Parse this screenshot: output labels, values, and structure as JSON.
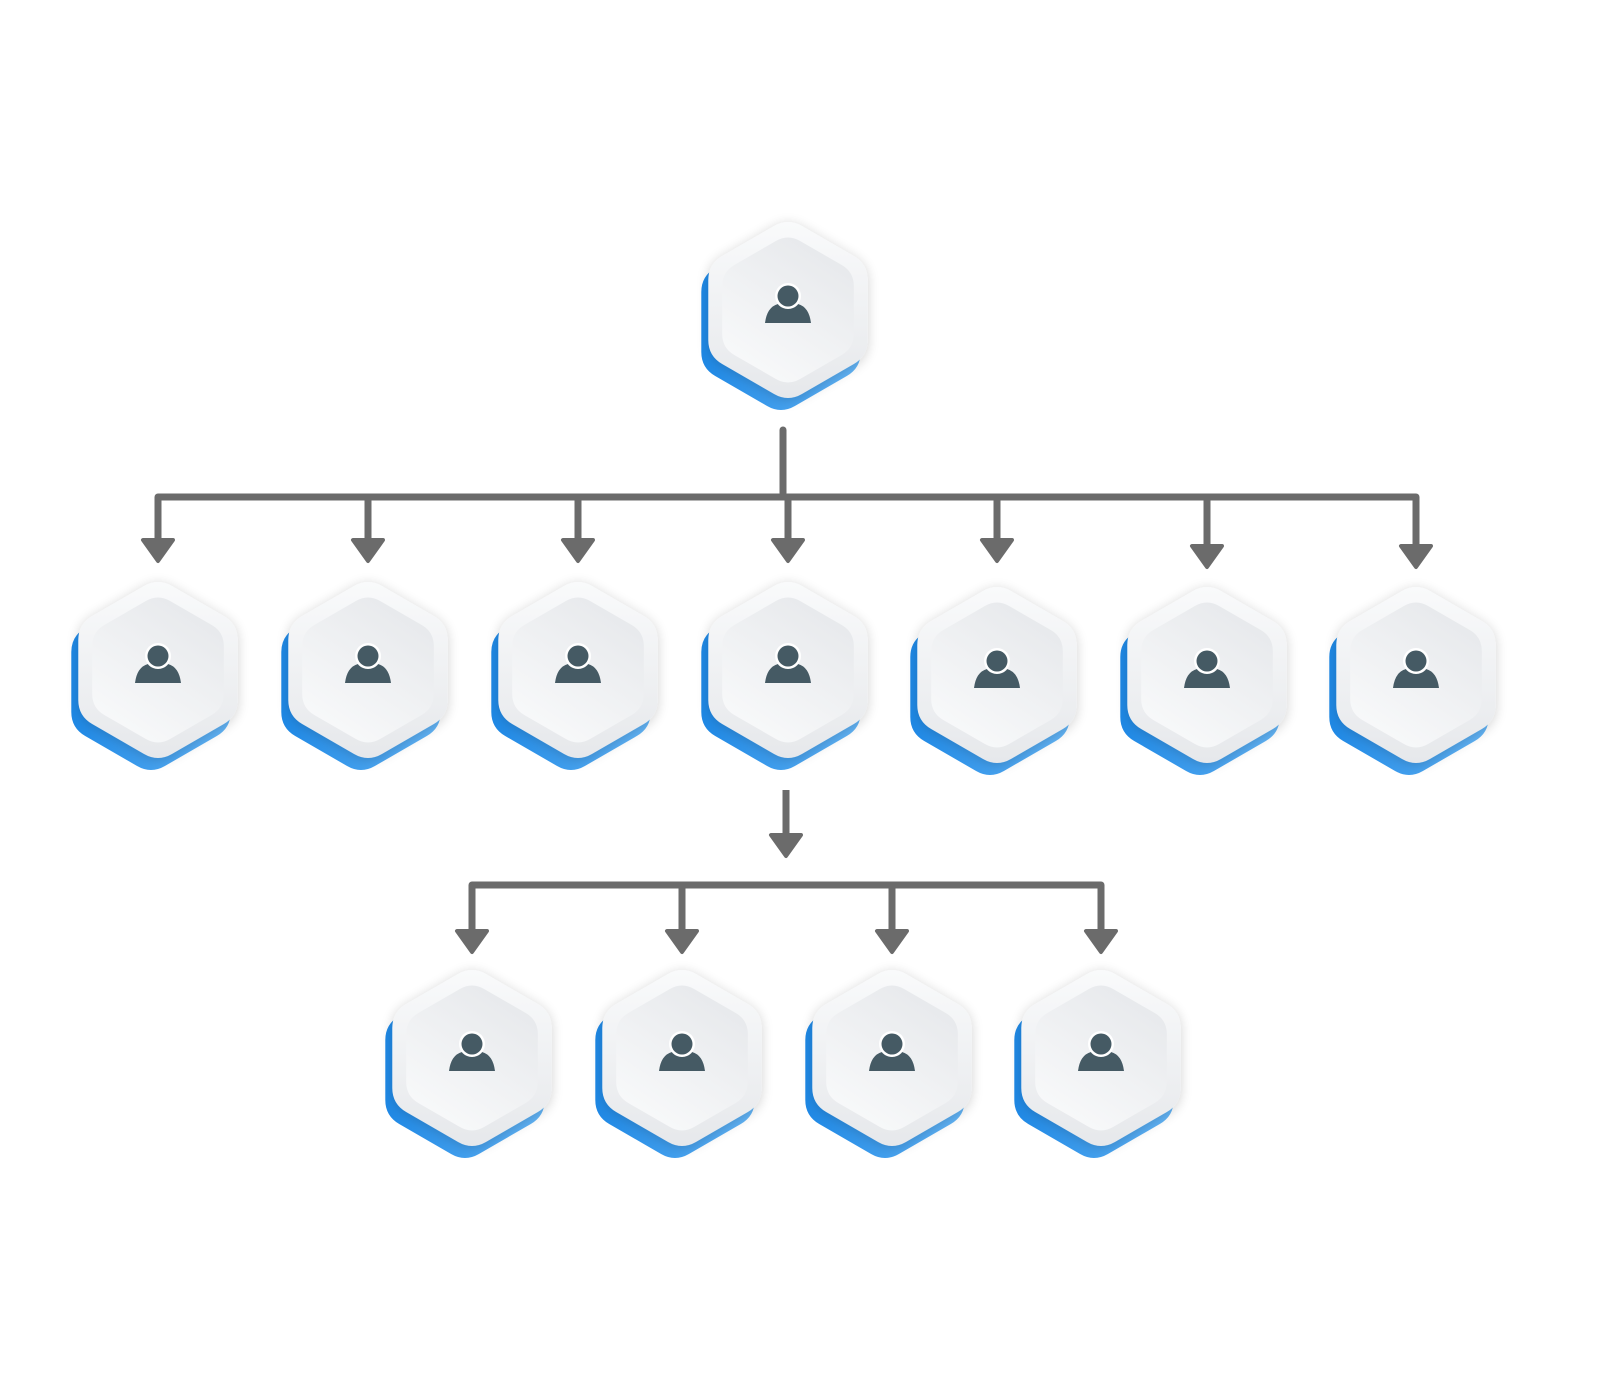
{
  "colors": {
    "background": "#ffffff",
    "connector": "#6b6b6b",
    "accent_dark": "#1e88e5",
    "accent_light": "#64b5f6",
    "hex_face_light": "#f9fafb",
    "hex_face_dark": "#e6e8eb",
    "icon": "#455a64"
  },
  "diagram": {
    "type": "org-chart-hierarchy",
    "node_shape": "hexagon",
    "node_icon": "person-icon",
    "levels": [
      {
        "level": 1,
        "node_count": 1
      },
      {
        "level": 2,
        "node_count": 7
      },
      {
        "level": 3,
        "node_count": 4
      }
    ],
    "nodes": [
      {
        "id": "root",
        "parent": null
      },
      {
        "id": "l2-1",
        "parent": "root"
      },
      {
        "id": "l2-2",
        "parent": "root"
      },
      {
        "id": "l2-3",
        "parent": "root"
      },
      {
        "id": "l2-4",
        "parent": "root"
      },
      {
        "id": "l2-5",
        "parent": "root"
      },
      {
        "id": "l2-6",
        "parent": "root"
      },
      {
        "id": "l2-7",
        "parent": "root"
      },
      {
        "id": "l3-1",
        "parent": "l2-4"
      },
      {
        "id": "l3-2",
        "parent": "l2-4"
      },
      {
        "id": "l3-3",
        "parent": "l2-4"
      },
      {
        "id": "l3-4",
        "parent": "l2-4"
      }
    ]
  }
}
